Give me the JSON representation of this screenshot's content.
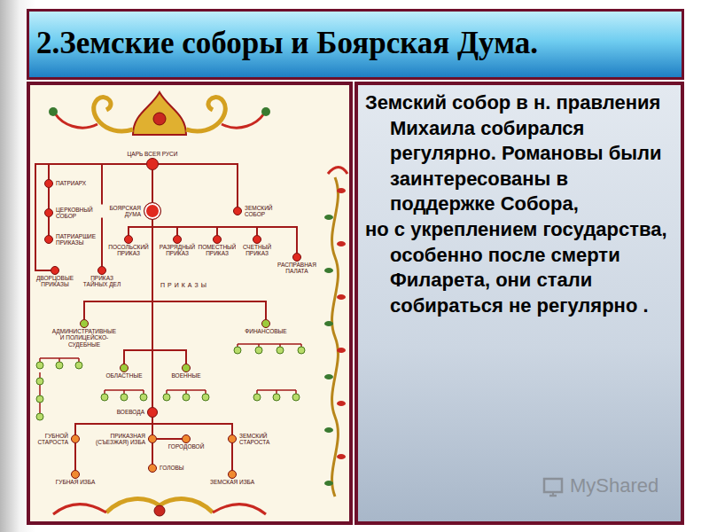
{
  "diagram": {
    "title": "2.Земские соборы и Боярская Дума.",
    "nodes": [
      {
        "text": [
          "ЦАРЬ ВСЕЯ РУСИ"
        ]
      },
      {
        "text": [
          "ПАТРИАРХ"
        ]
      },
      {
        "text": [
          "ЦЕРКОВНЫЙ СОБОР"
        ]
      },
      {
        "text": [
          "БОЯРСКАЯ ДУМА"
        ]
      },
      {
        "text": [
          "ЗЕМСКИЙ СОБОР"
        ]
      },
      {
        "text": [
          "ПАТРИАРШИЕ ПРИКАЗЫ"
        ]
      },
      {
        "text": [
          "ПОСОЛЬСКИЙ ПРИКАЗ"
        ]
      },
      {
        "text": [
          "РАЗРЯДНЫЙ ПРИКАЗ"
        ]
      },
      {
        "text": [
          "ПОМЕСТНЫЙ ПРИКАЗ"
        ]
      },
      {
        "text": [
          "СЧЕТНЫЙ ПРИКАЗ"
        ]
      },
      {
        "text": [
          "РАСПРАВНАЯ ПАЛАТА"
        ]
      },
      {
        "text": [
          "ДВОРЦОВЫЕ ПРИКАЗЫ"
        ]
      },
      {
        "text": [
          "ПРИКАЗ ТАЙНЫХ ДЕЛ"
        ]
      },
      {
        "text": [
          "АДМИНИСТРАТИВНЫЕ И ПОЛИЦЕЙСКО-СУДЕБНЫЕ"
        ]
      },
      {
        "text": [
          "ФИНАНСОВЫЕ"
        ]
      },
      {
        "text": [
          "ОБЛАСТНЫЕ"
        ]
      },
      {
        "text": [
          "ВОЕННЫЕ"
        ]
      },
      {
        "text": [
          "ВОЕВОДА"
        ]
      },
      {
        "text": [
          "ПРИКАЗНАЯ (СЪЕЗЖАЯ) ИЗБА"
        ]
      },
      {
        "text": [
          "ГОРОДОВОЙ"
        ]
      },
      {
        "text": [
          "ГУБНОЙ СТАРОСТА"
        ]
      },
      {
        "text": [
          "ЗЕМСКИЙ СТАРОСТА"
        ]
      },
      {
        "text": [
          "ГОЛОВЫ"
        ]
      },
      {
        "text": [
          "ГУБНАЯ ИЗБА"
        ]
      },
      {
        "text": [
          "ЗЕМСКАЯ ИЗБА"
        ]
      },
      {
        "text": [
          "Земский собор в н. правления Михаила собирался регулярно. Романовы были заинтересованы в поддержке Собора,",
          "но с укреплением государства, особенно после смерти Филарета, они стали собираться не регулярно ."
        ]
      }
    ],
    "edges": [
      {
        "from": 0,
        "to": 1,
        "arrow": "none"
      },
      {
        "from": 0,
        "to": 3,
        "arrow": "none"
      },
      {
        "from": 0,
        "to": 4,
        "arrow": "none"
      },
      {
        "from": 0,
        "to": 11,
        "arrow": "none"
      },
      {
        "from": 0,
        "to": 12,
        "arrow": "none"
      },
      {
        "from": 1,
        "to": 2,
        "arrow": "none"
      },
      {
        "from": 2,
        "to": 5,
        "arrow": "none"
      },
      {
        "from": 3,
        "to": 6,
        "arrow": "none"
      },
      {
        "from": 3,
        "to": 7,
        "arrow": "none"
      },
      {
        "from": 3,
        "to": 8,
        "arrow": "none"
      },
      {
        "from": 3,
        "to": 9,
        "arrow": "none"
      },
      {
        "from": 3,
        "to": 10,
        "arrow": "none"
      },
      {
        "from": 3,
        "to": 13,
        "arrow": "none"
      },
      {
        "from": 3,
        "to": 14,
        "arrow": "none"
      },
      {
        "from": 3,
        "to": 15,
        "arrow": "none"
      },
      {
        "from": 3,
        "to": 16,
        "arrow": "none"
      },
      {
        "from": 3,
        "to": 17,
        "arrow": "none"
      },
      {
        "from": 17,
        "to": 18,
        "arrow": "none"
      },
      {
        "from": 17,
        "to": 20,
        "arrow": "none"
      },
      {
        "from": 17,
        "to": 21,
        "arrow": "none"
      },
      {
        "from": 18,
        "to": 19,
        "arrow": "none"
      },
      {
        "from": 18,
        "to": 22,
        "arrow": "none"
      },
      {
        "from": 20,
        "to": 23,
        "arrow": "none"
      },
      {
        "from": 21,
        "to": 24,
        "arrow": "none"
      }
    ],
    "labels": [
      "ПРИКАЗЫ",
      "MyShared"
    ]
  }
}
